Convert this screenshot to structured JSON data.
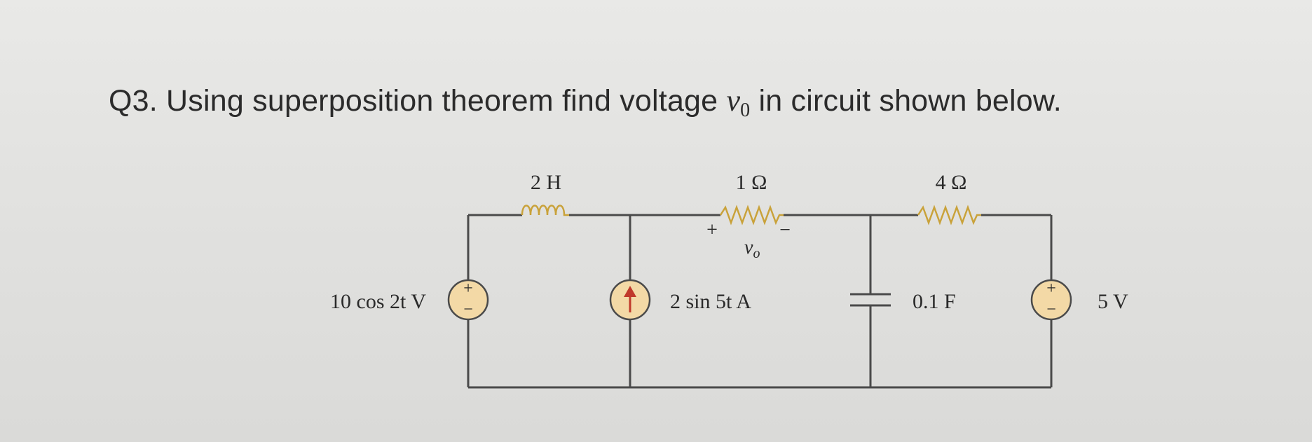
{
  "question": {
    "prefix": "Q3. Using superposition theorem find voltage ",
    "variable": "v",
    "subscript": "0",
    "suffix": " in circuit shown below."
  },
  "circuit": {
    "inductor_label": "2 H",
    "resistor1_label": "1 Ω",
    "resistor2_label": "4 Ω",
    "vo_plus": "+",
    "vo_minus": "−",
    "vo_label": "v",
    "vo_sub": "o",
    "source_left_label": "10 cos 2t V",
    "current_source_label": "2 sin 5t A",
    "capacitor_label": "0.1 F",
    "source_right_label": "5 V",
    "source_plus": "+",
    "source_minus": "−"
  },
  "colors": {
    "wire": "#4a4a4a",
    "source_fill": "#f3d9a6",
    "arrow": "#c0392b",
    "text": "#2a2a2a"
  }
}
